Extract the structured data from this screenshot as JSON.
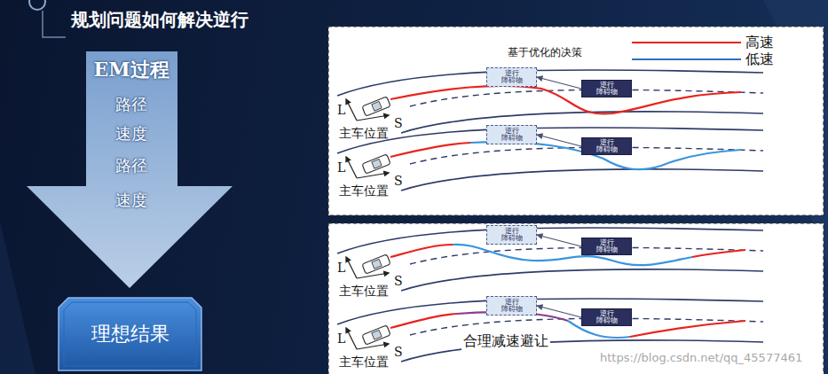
{
  "diagram": {
    "title": "规划问题如何解决逆行",
    "nodes": [
      {
        "text": [
          "EM过程",
          "路径",
          "速度",
          "路径",
          "速度"
        ]
      },
      {
        "text": [
          "理想结果"
        ]
      },
      {
        "text": [
          "逆行 障碍物"
        ]
      },
      {
        "text": [
          "逆行 障碍物"
        ]
      },
      {
        "text": [
          "逆行 障碍物"
        ]
      },
      {
        "text": [
          "逆行 障碍物"
        ]
      },
      {
        "text": [
          "逆行 障碍物"
        ]
      },
      {
        "text": [
          "逆行 障碍物"
        ]
      },
      {
        "text": [
          "逆行 障碍物"
        ]
      },
      {
        "text": [
          "逆行 障碍物"
        ]
      }
    ],
    "edges": [
      {
        "from": 3,
        "to": 2,
        "arrow": "to"
      },
      {
        "from": 5,
        "to": 4,
        "arrow": "to"
      },
      {
        "from": 7,
        "to": 6,
        "arrow": "to"
      },
      {
        "from": 9,
        "to": 8,
        "arrow": "to"
      }
    ],
    "labels": [
      "基于优化的决策",
      "L",
      "S",
      "主车位置",
      "L",
      "S",
      "主车位置",
      "L",
      "S",
      "主车位置",
      "L",
      "S",
      "主车位置",
      "合理减速避让",
      "https://blog.csdn.net/qq_45577461"
    ],
    "legend": [
      {
        "text": "高速"
      },
      {
        "text": "低速"
      }
    ]
  }
}
